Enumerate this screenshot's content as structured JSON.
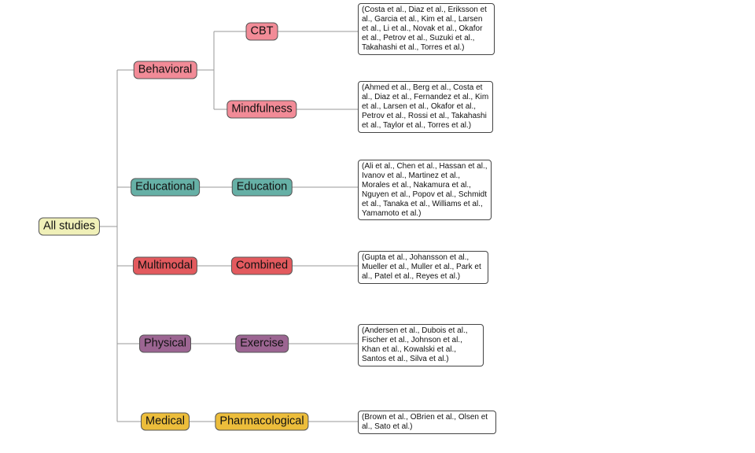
{
  "root": {
    "label": "All studies",
    "color": "#f0f0b8"
  },
  "groups": [
    {
      "label": "Behavioral",
      "color": "#f28b97",
      "children": [
        {
          "label": "CBT",
          "refs": "(Costa et al., Diaz et al., Eriksson et al., Garcia et al., Kim et al., Larsen et al., Li et al., Novak et al., Okafor et al., Petrov et al., Suzuki et al., Takahashi et al., Torres et al.)"
        },
        {
          "label": "Mindfulness",
          "refs": "(Ahmed et al., Berg et al., Costa et al., Diaz et al., Fernandez et al., Kim et al., Larsen et al., Okafor et al., Petrov et al., Rossi et al., Takahashi et al., Taylor et al., Torres et al.)"
        }
      ]
    },
    {
      "label": "Educational",
      "color": "#66b0a6",
      "children": [
        {
          "label": "Education",
          "refs": "(Ali et al., Chen et al., Hassan et al., Ivanov et al., Martinez et al., Morales et al., Nakamura et al., Nguyen et al., Popov et al., Schmidt et al., Tanaka et al., Williams et al., Yamamoto et al.)"
        }
      ]
    },
    {
      "label": "Multimodal",
      "color": "#e35a5e",
      "children": [
        {
          "label": "Combined",
          "refs": "(Gupta et al., Johansson et al., Mueller et al., Muller et al., Park et al., Patel et al., Reyes et al.)"
        }
      ]
    },
    {
      "label": "Physical",
      "color": "#9c6592",
      "children": [
        {
          "label": "Exercise",
          "refs": "(Andersen et al., Dubois et al., Fischer et al., Johnson et al., Khan et al., Kowalski et al., Santos et al., Silva et al.)"
        }
      ]
    },
    {
      "label": "Medical",
      "color": "#ecbd3b",
      "children": [
        {
          "label": "Pharmacological",
          "refs": "(Brown et al., OBrien et al., Olsen et al., Sato et al.)"
        }
      ]
    }
  ]
}
